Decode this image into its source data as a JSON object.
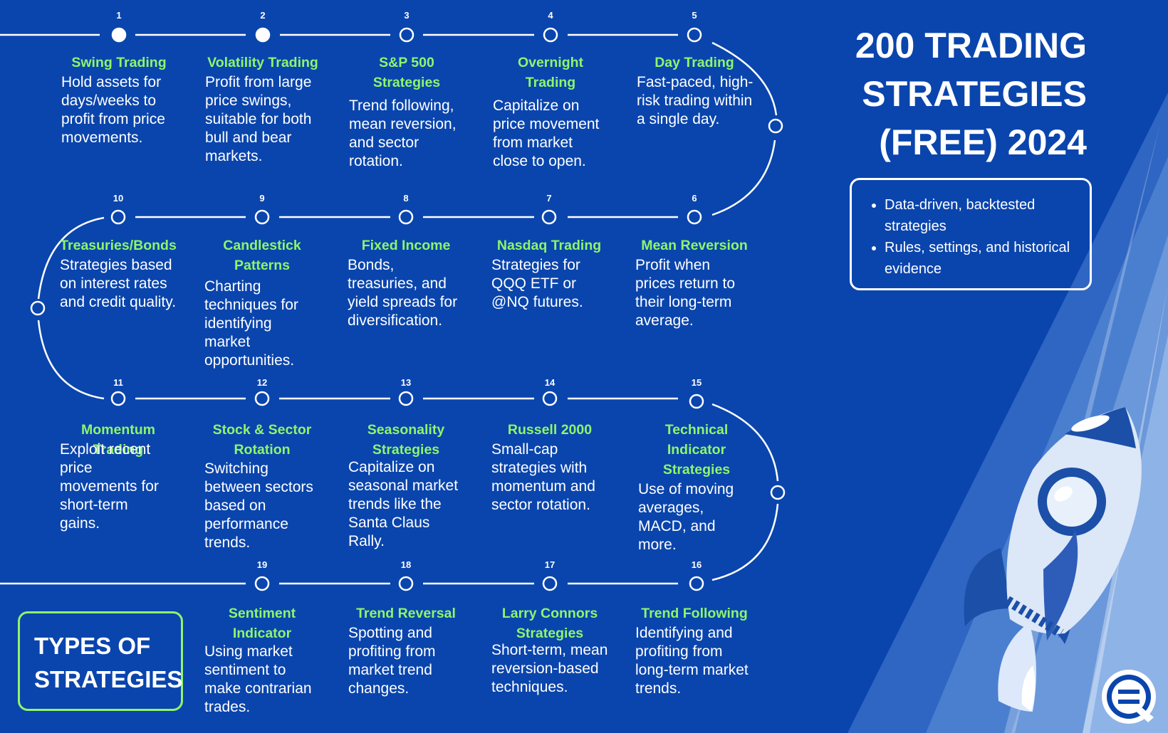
{
  "header": {
    "title_lines": [
      "200 TRADING",
      "STRATEGIES",
      "(FREE) 2024"
    ]
  },
  "info": {
    "bullets": [
      "Data-driven, backtested strategies",
      "Rules, settings, and historical evidence"
    ]
  },
  "types_label": {
    "lines": [
      "TYPES OF",
      "STRATEGIES"
    ]
  },
  "icons": {
    "rocket": "rocket-icon",
    "logo": "logo-icon"
  },
  "colors": {
    "background": "#0a45ad",
    "title_green": "#8ef56b",
    "text": "#ffffff"
  },
  "steps": [
    {
      "num": "1",
      "title": "Swing Trading",
      "desc": "Hold assets for days/weeks to profit from price movements."
    },
    {
      "num": "2",
      "title": "Volatility Trading",
      "desc": "Profit from large price swings, suitable for both bull and bear markets."
    },
    {
      "num": "3",
      "title": "S&P 500 Strategies",
      "desc": "Trend following, mean reversion, and sector rotation."
    },
    {
      "num": "4",
      "title": "Overnight Trading",
      "desc": "Capitalize on price movement from market close to open."
    },
    {
      "num": "5",
      "title": "Day Trading",
      "desc": "Fast-paced, high-risk trading within a single day."
    },
    {
      "num": "6",
      "title": "Mean Reversion",
      "desc": "Profit when prices return to their long-term average."
    },
    {
      "num": "7",
      "title": "Nasdaq Trading",
      "desc": "Strategies for QQQ ETF or @NQ futures."
    },
    {
      "num": "8",
      "title": "Fixed Income",
      "desc": "Bonds, treasuries, and yield spreads for diversification."
    },
    {
      "num": "9",
      "title": "Candlestick Patterns",
      "desc": "Charting techniques for identifying market opportunities."
    },
    {
      "num": "10",
      "title": "Treasuries/Bonds",
      "desc": "Strategies based on interest rates and credit quality."
    },
    {
      "num": "11",
      "title": "Momentum Trading",
      "desc": "Exploit recent price movements for short-term gains."
    },
    {
      "num": "12",
      "title": "Stock & Sector Rotation",
      "desc": "Switching between sectors based on performance trends."
    },
    {
      "num": "13",
      "title": "Seasonality Strategies",
      "desc": "Capitalize on seasonal market trends like the Santa Claus Rally."
    },
    {
      "num": "14",
      "title": "Russell 2000",
      "desc": "Small-cap strategies with momentum and sector rotation."
    },
    {
      "num": "15",
      "title": "Technical Indicator Strategies",
      "desc": "Use of moving averages, MACD, and more."
    },
    {
      "num": "16",
      "title": "Trend Following",
      "desc": "Identifying and profiting from long-term market trends."
    },
    {
      "num": "17",
      "title": "Larry Connors Strategies",
      "desc": "Short-term, mean reversion-based techniques."
    },
    {
      "num": "18",
      "title": "Trend Reversal",
      "desc": "Spotting and profiting from market trend changes."
    },
    {
      "num": "19",
      "title": "Sentiment Indicator",
      "desc": "Using market sentiment to make contrarian trades."
    }
  ]
}
